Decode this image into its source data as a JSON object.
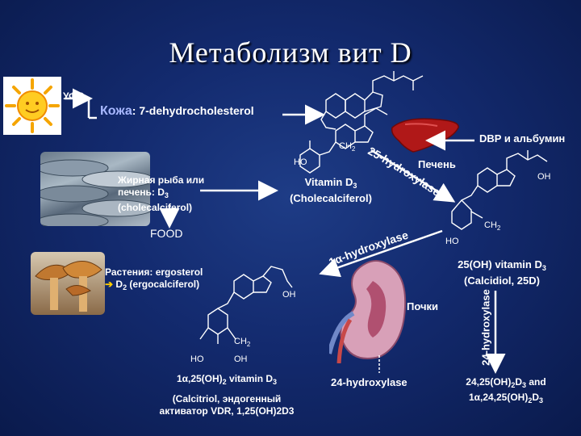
{
  "title": "Метаболизм вит D",
  "uv_label": "УФО",
  "skin": {
    "prefix": "Кожа",
    "suffix": ": 7-dehydrocholesterol"
  },
  "dbp": "DBP и альбумин",
  "liver": "Печень",
  "fish": {
    "line1": "Жирная рыба или",
    "line2_pre": "печень: D",
    "line2_sub": "3",
    "line3": "(cholecalciferol)"
  },
  "vitd3": {
    "line1_pre": "Vitamin D",
    "line1_sub": "3",
    "line2": "(Cholecalciferol)"
  },
  "hydroxylase25": "25-hydroxylase",
  "food": "FOOD",
  "alpha_hydroxylase": "1α-hydroxylase",
  "plants": {
    "line1": "Растения: ergosterol",
    "arrow": "➔",
    "line2_pre": " D",
    "line2_sub": "2",
    "line2_post": " (ergocalciferol)"
  },
  "calcidiol": {
    "line1_pre": "25(OH) vitamin D",
    "line1_sub": "3",
    "line2": "(Calcidiol, 25D)"
  },
  "kidney": "Почки",
  "hydroxylase24_vertical": "24-hydroxylase",
  "hydroxylase24": "24-hydroxylase",
  "calcitriol": {
    "line1_a": "1α,25(OH)",
    "line1_sub1": "2",
    "line1_b": " vitamin D",
    "line1_sub2": "3",
    "line2": "(Calcitriol, эндогенный",
    "line3": "активатор VDR, 1,25(OH)2D3"
  },
  "final": {
    "line1_a": "24,25(OH)",
    "line1_sub1": "2",
    "line1_b": "D",
    "line1_sub2": "3",
    "line1_c": " and",
    "line2_a": "1α,24,25(OH)",
    "line2_sub1": "2",
    "line2_b": "D",
    "line2_sub2": "3"
  },
  "mol_labels": {
    "ch2": "CH",
    "ch2_sub": "2",
    "ho": "HO",
    "oh": "OH"
  },
  "colors": {
    "skin_label": "#a8b8ff",
    "arrow": "#ffffff",
    "liver": "#b01818",
    "kidney": "#d8a0b8"
  }
}
